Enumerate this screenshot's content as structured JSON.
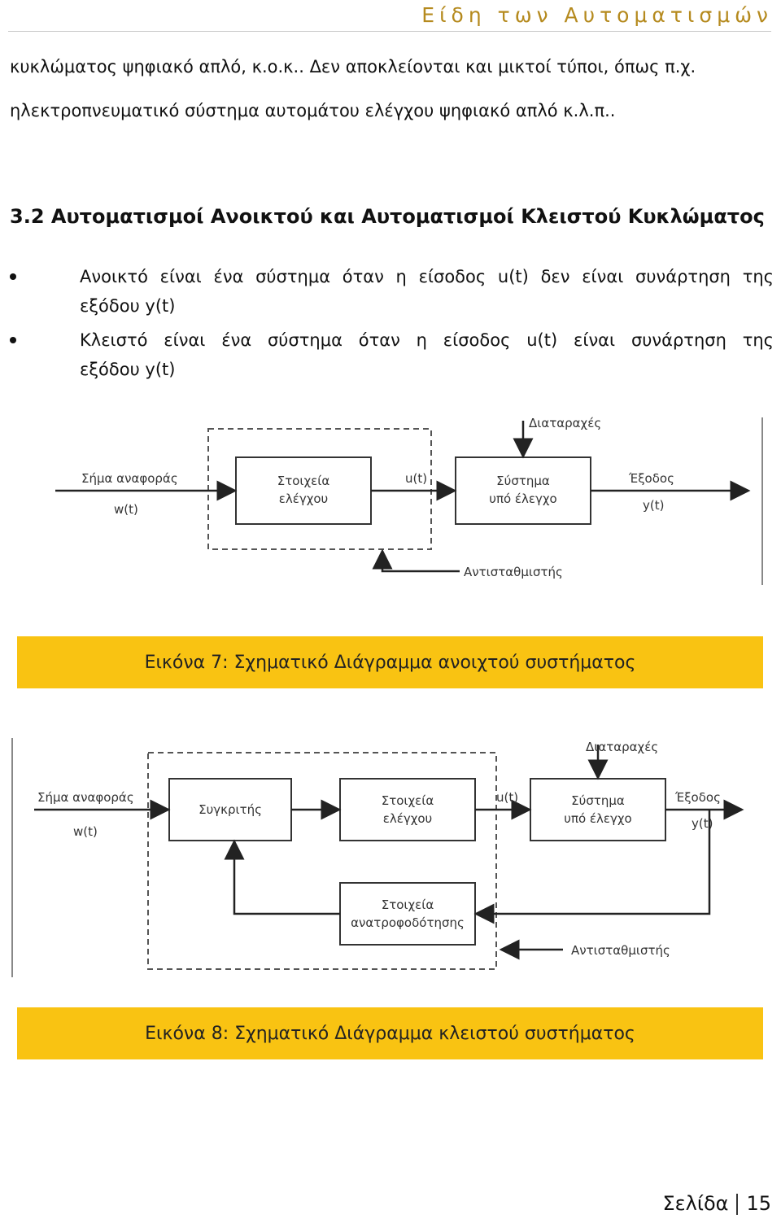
{
  "header": {
    "title": "Είδη των Αυτοματισμών"
  },
  "intro": {
    "line1": "κυκλώματος ψηφιακό απλό, κ.ο.κ.. Δεν αποκλείονται και μικτοί τύποι, όπως π.χ.",
    "line2": "ηλεκτροπνευματικό σύστημα αυτομάτου ελέγχου ψηφιακό απλό κ.λ.π.."
  },
  "section": {
    "heading": "3.2 Αυτοματισμοί Ανοικτού και Αυτοματισμοί Κλειστού Κυκλώματος",
    "bullets": [
      {
        "line1": "Ανοικτό είναι ένα σύστημα όταν η είσοδος u(t) δεν είναι συνάρτηση της",
        "line2": "εξόδου y(t)"
      },
      {
        "line1": "Κλειστό είναι ένα σύστημα όταν η είσοδος u(t) είναι συνάρτηση της",
        "line2": "εξόδου y(t)"
      }
    ]
  },
  "figure7": {
    "labels": {
      "disturbance": "Διαταραχές",
      "reference": "Σήμα αναφοράς",
      "w": "w(t)",
      "control_elements_1": "Στοιχεία",
      "control_elements_2": "ελέγχου",
      "u": "u(t)",
      "plant_1": "Σύστημα",
      "plant_2": "υπό έλεγχο",
      "output": "Έξοδος",
      "y": "y(t)",
      "compensator": "Αντισταθμιστής"
    },
    "caption": "Εικόνα 7: Σχηματικό Διάγραμμα ανοιχτού συστήματος"
  },
  "figure8": {
    "labels": {
      "disturbance": "Διαταραχές",
      "reference": "Σήμα αναφοράς",
      "w": "w(t)",
      "comparator": "Συγκριτής",
      "control_elements_1": "Στοιχεία",
      "control_elements_2": "ελέγχου",
      "u": "u(t)",
      "plant_1": "Σύστημα",
      "plant_2": "υπό έλεγχο",
      "output": "Έξοδος",
      "y": "y(t)",
      "feedback_1": "Στοιχεία",
      "feedback_2": "ανατροφοδότησης",
      "compensator": "Αντισταθμιστής"
    },
    "caption": "Εικόνα 8: Σχηματικό Διάγραμμα κλειστού συστήματος"
  },
  "footer": {
    "page_label": "Σελίδα",
    "page_number": "15"
  },
  "colors": {
    "accent": "#f9c312",
    "header_text": "#b58a1e"
  }
}
